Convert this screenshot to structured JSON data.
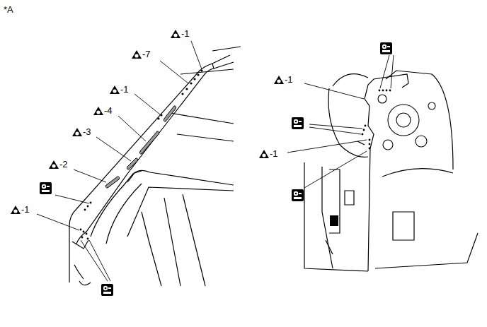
{
  "diagram": {
    "labels": [
      "*A",
      "-1",
      "-7",
      "-1",
      "-4",
      "-3",
      "-2",
      "-1",
      "-1",
      "-1"
    ]
  }
}
